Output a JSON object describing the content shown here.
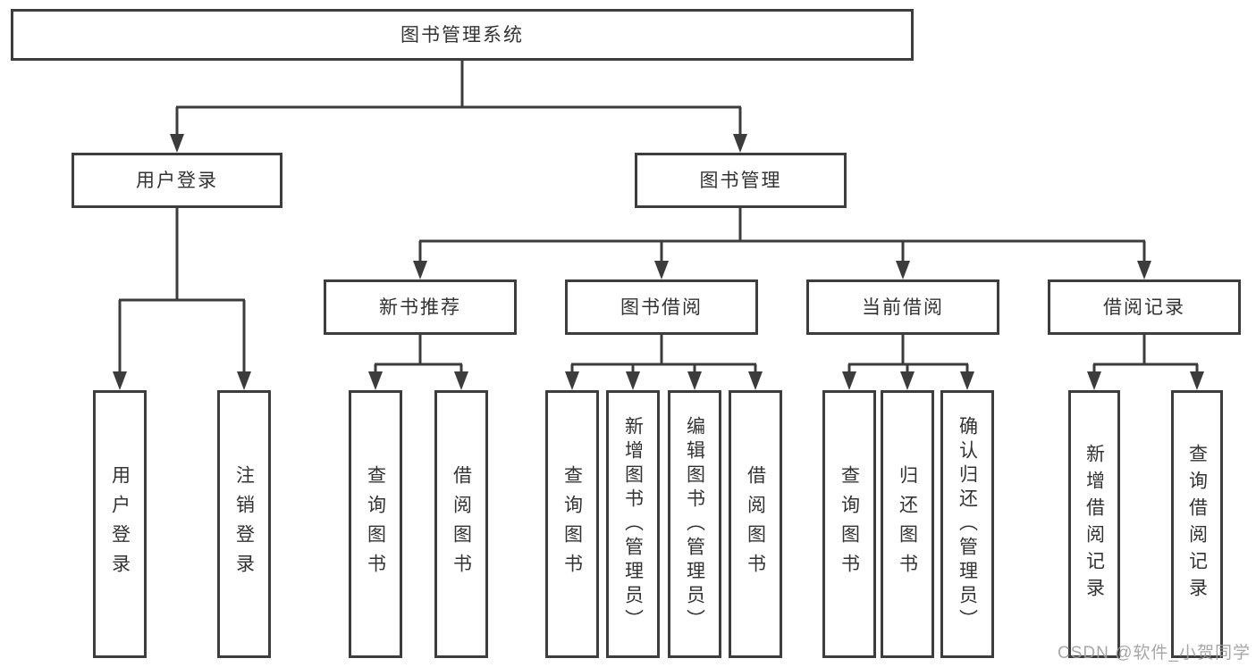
{
  "diagram": {
    "root": {
      "label": "图书管理系统"
    },
    "branches": [
      {
        "label": "用户登录",
        "children": [
          {
            "label": "用户登录"
          },
          {
            "label": "注销登录"
          }
        ]
      },
      {
        "label": "图书管理",
        "children": [
          {
            "label": "新书推荐",
            "children": [
              {
                "label": "查询图书"
              },
              {
                "label": "借阅图书"
              }
            ]
          },
          {
            "label": "图书借阅",
            "children": [
              {
                "label": "查询图书"
              },
              {
                "label": "新增图书（管理员）"
              },
              {
                "label": "编辑图书（管理员）"
              },
              {
                "label": "借阅图书"
              }
            ]
          },
          {
            "label": "当前借阅",
            "children": [
              {
                "label": "查询图书"
              },
              {
                "label": "归还图书"
              },
              {
                "label": "确认归还（管理员）"
              }
            ]
          },
          {
            "label": "借阅记录",
            "children": [
              {
                "label": "新增借阅记录"
              },
              {
                "label": "查询借阅记录"
              }
            ]
          }
        ]
      }
    ]
  },
  "watermark": {
    "text": "CSDN @软件_小贺同学"
  },
  "colors": {
    "line": "#3c3c3c",
    "box_border": "#3d3d3d",
    "box_fill": "#ffffff",
    "text": "#333333",
    "watermark": "#9e9e9e"
  }
}
